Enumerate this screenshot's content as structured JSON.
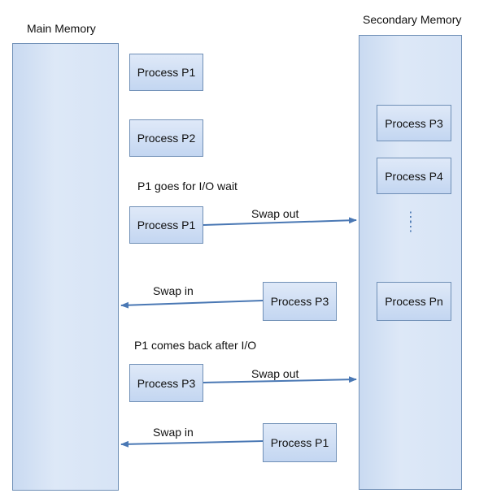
{
  "labels": {
    "main_memory": "Main Memory",
    "secondary_memory": "Secondary Memory",
    "p1_io_wait": "P1 goes for I/O wait",
    "p1_back": "P1 comes back after I/O",
    "swap_out_1": "Swap out",
    "swap_in_1": "Swap in",
    "swap_out_2": "Swap out",
    "swap_in_2": "Swap in"
  },
  "main_processes": [
    "Process P1",
    "Process P2"
  ],
  "secondary_processes": [
    "Process P3",
    "Process P4",
    "Process Pn"
  ],
  "steps": {
    "step1_process": "Process P1",
    "step2_process": "Process P3",
    "step3_process": "Process P3",
    "step4_process": "Process P1"
  },
  "colors": {
    "border": "#6f8fb6",
    "arrow": "#4a78b4",
    "box_fill": "#c3d6f1"
  }
}
